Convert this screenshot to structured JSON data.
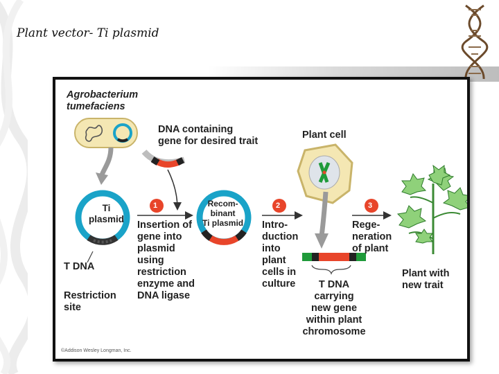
{
  "slide": {
    "title": "Plant vector- Ti plasmid"
  },
  "figure": {
    "organism": "Agrobacterium\ntumefaciens",
    "dna_trait": "DNA containing\ngene for desired trait",
    "plant_cell": "Plant cell",
    "ti_plasmid": "Ti\nplasmid",
    "recomb_plasmid": "Recom-\nbinant\nTi plasmid",
    "tdna": "T DNA",
    "restriction_site": "Restriction\nsite",
    "step1_num": "1",
    "step1_text": "Insertion of\ngene into\nplasmid\nusing\nrestriction\nenzyme and\nDNA ligase",
    "step2_num": "2",
    "step2_text": "Intro-\nduction\ninto\nplant\ncells in\nculture",
    "step3_num": "3",
    "step3_text": "Rege-\nneration\nof plant",
    "tdna_chromosome": "T DNA\ncarrying\nnew gene\nwithin plant\nchromosome",
    "plant_result": "Plant with\nnew trait",
    "copyright": "©Addison Wesley Longman, Inc."
  },
  "colors": {
    "plasmid_blue": "#1aa3c8",
    "gene_red": "#e8452a",
    "chromosome_green": "#1f9a3a",
    "bacterium_fill": "#f4e7b3",
    "step_circle": "#e8452a",
    "arrow_gray": "#9a9a9a"
  }
}
